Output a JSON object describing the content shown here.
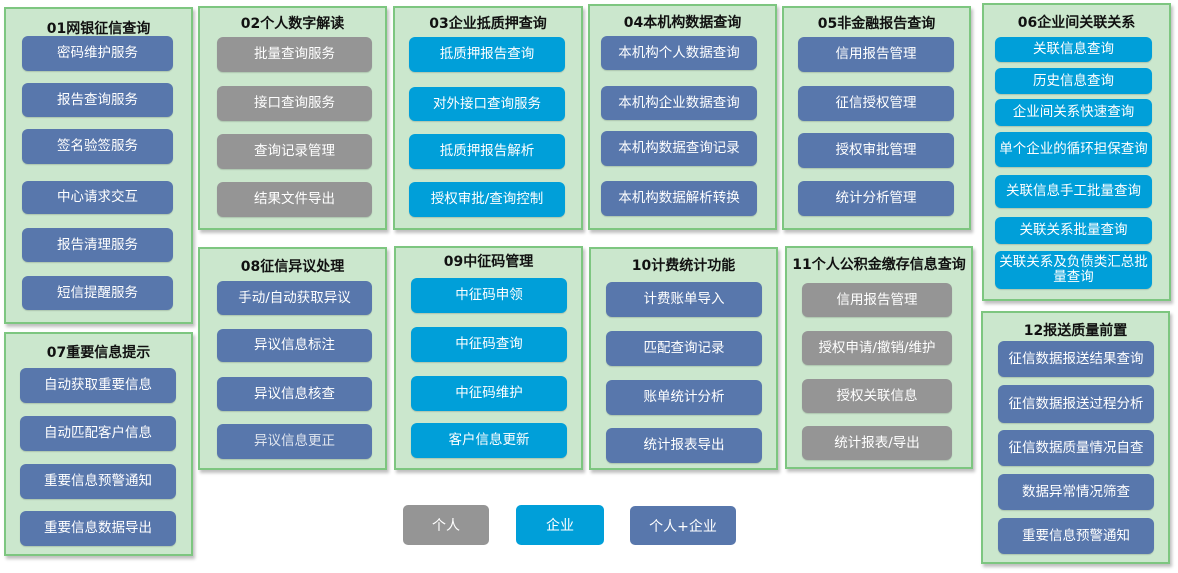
{
  "colors": {
    "panel_bg": "#cbe7cd",
    "panel_border": "#7dc680",
    "personal": "#959595",
    "enterprise": "#009fd9",
    "both": "#5877ac"
  },
  "legend": [
    {
      "label": "个人",
      "category": "personal"
    },
    {
      "label": "企业",
      "category": "enterprise"
    },
    {
      "label": "个人+企业",
      "category": "both"
    }
  ],
  "panels": [
    {
      "title": "01网银征信查询",
      "items": [
        {
          "label": "密码维护服务",
          "category": "both"
        },
        {
          "label": "报告查询服务",
          "category": "both"
        },
        {
          "label": "签名验签服务",
          "category": "both"
        },
        {
          "label": "中心请求交互",
          "category": "both"
        },
        {
          "label": "报告清理服务",
          "category": "both"
        },
        {
          "label": "短信提醒服务",
          "category": "both"
        }
      ]
    },
    {
      "title": "02个人数字解读",
      "items": [
        {
          "label": "批量查询服务",
          "category": "personal"
        },
        {
          "label": "接口查询服务",
          "category": "personal"
        },
        {
          "label": "查询记录管理",
          "category": "personal"
        },
        {
          "label": "结果文件导出",
          "category": "personal"
        }
      ]
    },
    {
      "title": "03企业抵质押查询",
      "items": [
        {
          "label": "抵质押报告查询",
          "category": "enterprise"
        },
        {
          "label": "对外接口查询服务",
          "category": "enterprise"
        },
        {
          "label": "抵质押报告解析",
          "category": "enterprise"
        },
        {
          "label": "授权审批/查询控制",
          "category": "enterprise"
        }
      ]
    },
    {
      "title": "04本机构数据查询",
      "items": [
        {
          "label": "本机构个人数据查询",
          "category": "both"
        },
        {
          "label": "本机构企业数据查询",
          "category": "both"
        },
        {
          "label": "本机构数据查询记录",
          "category": "both"
        },
        {
          "label": "本机构数据解析转换",
          "category": "both"
        }
      ]
    },
    {
      "title": "05非金融报告查询",
      "items": [
        {
          "label": "信用报告管理",
          "category": "both"
        },
        {
          "label": "征信授权管理",
          "category": "both"
        },
        {
          "label": "授权审批管理",
          "category": "both"
        },
        {
          "label": "统计分析管理",
          "category": "both"
        }
      ]
    },
    {
      "title": "06企业间关联关系",
      "items": [
        {
          "label": "关联信息查询",
          "category": "enterprise"
        },
        {
          "label": "历史信息查询",
          "category": "enterprise"
        },
        {
          "label": "企业间关系快速查询",
          "category": "enterprise"
        },
        {
          "label": "单个企业的循环担保查询",
          "category": "enterprise"
        },
        {
          "label": "关联信息手工批量查询",
          "category": "enterprise"
        },
        {
          "label": "关联关系批量查询",
          "category": "enterprise"
        },
        {
          "label": "关联关系及负债类汇总批量查询",
          "category": "enterprise"
        }
      ]
    },
    {
      "title": "07重要信息提示",
      "items": [
        {
          "label": "自动获取重要信息",
          "category": "both"
        },
        {
          "label": "自动匹配客户信息",
          "category": "both"
        },
        {
          "label": "重要信息预警通知",
          "category": "both"
        },
        {
          "label": "重要信息数据导出",
          "category": "both"
        }
      ]
    },
    {
      "title": "08征信异议处理",
      "items": [
        {
          "label": "手动/自动获取异议",
          "category": "both"
        },
        {
          "label": "异议信息标注",
          "category": "both"
        },
        {
          "label": "异议信息核查",
          "category": "both"
        },
        {
          "label": "异议信息更正",
          "category": "both"
        }
      ]
    },
    {
      "title": "09中征码管理",
      "items": [
        {
          "label": "中征码申领",
          "category": "enterprise"
        },
        {
          "label": "中征码查询",
          "category": "enterprise"
        },
        {
          "label": "中征码维护",
          "category": "enterprise"
        },
        {
          "label": "客户信息更新",
          "category": "enterprise"
        }
      ]
    },
    {
      "title": "10计费统计功能",
      "items": [
        {
          "label": "计费账单导入",
          "category": "both"
        },
        {
          "label": "匹配查询记录",
          "category": "both"
        },
        {
          "label": "账单统计分析",
          "category": "both"
        },
        {
          "label": "统计报表导出",
          "category": "both"
        }
      ]
    },
    {
      "title": "11个人公积金缴存信息查询",
      "items": [
        {
          "label": "信用报告管理",
          "category": "personal"
        },
        {
          "label": "授权申请/撤销/维护",
          "category": "personal"
        },
        {
          "label": "授权关联信息",
          "category": "personal"
        },
        {
          "label": "统计报表/导出",
          "category": "personal"
        }
      ]
    },
    {
      "title": "12报送质量前置",
      "items": [
        {
          "label": "征信数据报送结果查询",
          "category": "both"
        },
        {
          "label": "征信数据报送过程分析",
          "category": "both"
        },
        {
          "label": "征信数据质量情况自查",
          "category": "both"
        },
        {
          "label": "数据异常情况筛查",
          "category": "both"
        },
        {
          "label": "重要信息预警通知",
          "category": "both"
        }
      ]
    }
  ]
}
